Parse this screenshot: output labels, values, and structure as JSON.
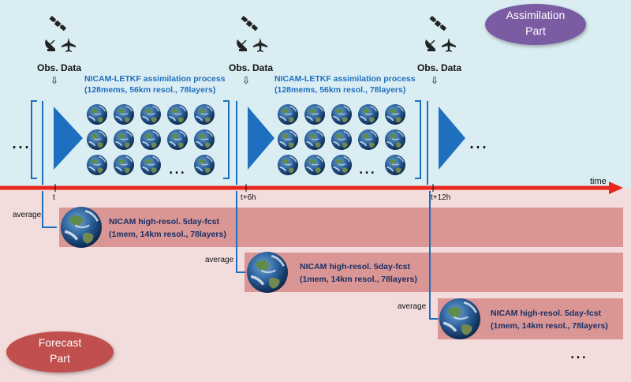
{
  "assimilation_badge": {
    "line1": "Assimilation",
    "line2": "Part"
  },
  "forecast_badge": {
    "line1": "Forecast",
    "line2": "Part"
  },
  "obs_label": "Obs. Data",
  "obs_arrow": "⇩",
  "process": {
    "line1": "NICAM-LETKF assimilation process",
    "line2": "(128mems, 56km resol., 78layers)"
  },
  "ellipsis": "…",
  "timeline": {
    "axis_label": "time",
    "ticks": [
      "t",
      "t+6h",
      "t+12h"
    ]
  },
  "average_label": "average",
  "forecast": {
    "line1": "NICAM high-resol. 5day-fcst",
    "line2": "(1mem, 14km resol., 78layers)"
  },
  "colors": {
    "assim_bg": "#d9edf3",
    "forecast_bg": "#f2dcdc",
    "band": "#d99694",
    "timeline": "#e8261c",
    "accent_blue": "#1f6fbf",
    "assim_badge": "#7a5ca3",
    "forecast_badge": "#c0504d"
  },
  "icons": [
    "satellite-icon",
    "radar-dish-icon",
    "airplane-icon",
    "earth-globe-icon"
  ]
}
